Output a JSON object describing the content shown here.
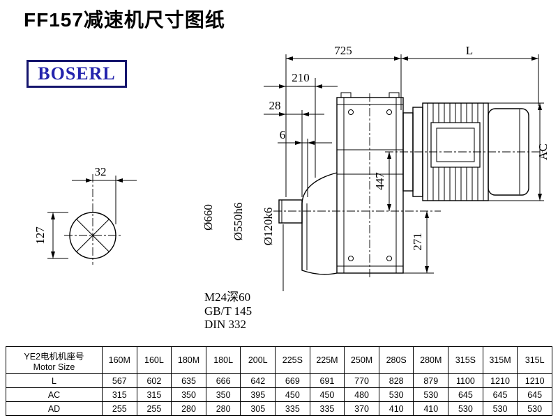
{
  "page": {
    "title": "FF157减速机尺寸图纸",
    "logo": "BOSERL"
  },
  "dims": {
    "overall_width": "725",
    "motor_length": "L",
    "offset_210": "210",
    "shaft_len_28": "28",
    "plate_6": "6",
    "motor_ac": "AC",
    "side_32": "32",
    "side_127": "127",
    "height_447": "447",
    "height_271": "271",
    "flange_od": "Ø660",
    "spigot": "Ø550h6",
    "shaft_dia": "Ø120k6",
    "tap_note": "M24深60",
    "std_gbt": "GB/T 145",
    "std_din": "DIN 332"
  },
  "table": {
    "header_cn": "YE2电机机座号",
    "header_en": "Motor Size",
    "columns": [
      "160M",
      "160L",
      "180M",
      "180L",
      "200L",
      "225S",
      "225M",
      "250M",
      "280S",
      "280M",
      "315S",
      "315M",
      "315L"
    ],
    "rows": [
      {
        "label": "L",
        "values": [
          "567",
          "602",
          "635",
          "666",
          "642",
          "669",
          "691",
          "770",
          "828",
          "879",
          "1100",
          "1210",
          "1210"
        ]
      },
      {
        "label": "AC",
        "values": [
          "315",
          "315",
          "350",
          "350",
          "395",
          "450",
          "450",
          "480",
          "530",
          "530",
          "645",
          "645",
          "645"
        ]
      },
      {
        "label": "AD",
        "values": [
          "255",
          "255",
          "280",
          "280",
          "305",
          "335",
          "335",
          "370",
          "410",
          "410",
          "530",
          "530",
          "530"
        ]
      }
    ]
  }
}
